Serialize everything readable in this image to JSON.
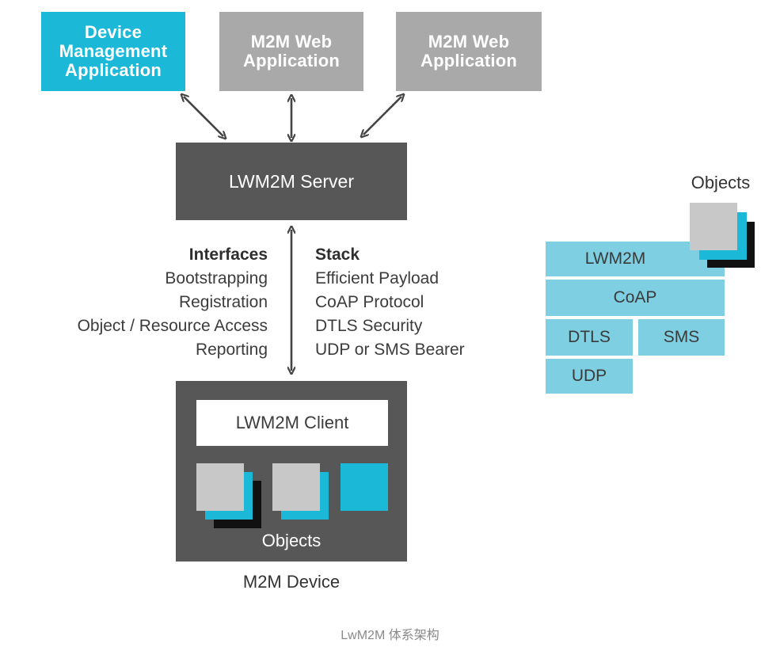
{
  "apps": {
    "device_management": "Device\nManagement\nApplication",
    "web_app_1": "M2M Web\nApplication",
    "web_app_2": "M2M Web\nApplication"
  },
  "server": {
    "label": "LWM2M Server"
  },
  "interfaces": {
    "title": "Interfaces",
    "items": [
      "Bootstrapping",
      "Registration",
      "Object / Resource Access",
      "Reporting"
    ]
  },
  "stack": {
    "title": "Stack",
    "items": [
      "Efficient Payload",
      "CoAP Protocol",
      "DTLS Security",
      "UDP or SMS Bearer"
    ]
  },
  "device": {
    "client_label": "LWM2M Client",
    "objects_label": "Objects",
    "device_label": "M2M Device"
  },
  "protocol_stack": {
    "objects_label": "Objects",
    "layers": {
      "lwm2m": "LWM2M",
      "coap": "CoAP",
      "dtls": "DTLS",
      "sms": "SMS",
      "udp": "UDP"
    }
  },
  "caption": "LwM2M 体系架构",
  "colors": {
    "cyan": "#1bb8d8",
    "light_cyan": "#7fcfe3",
    "gray": "#a9a9a9",
    "dark": "#575757",
    "black": "#111111"
  }
}
